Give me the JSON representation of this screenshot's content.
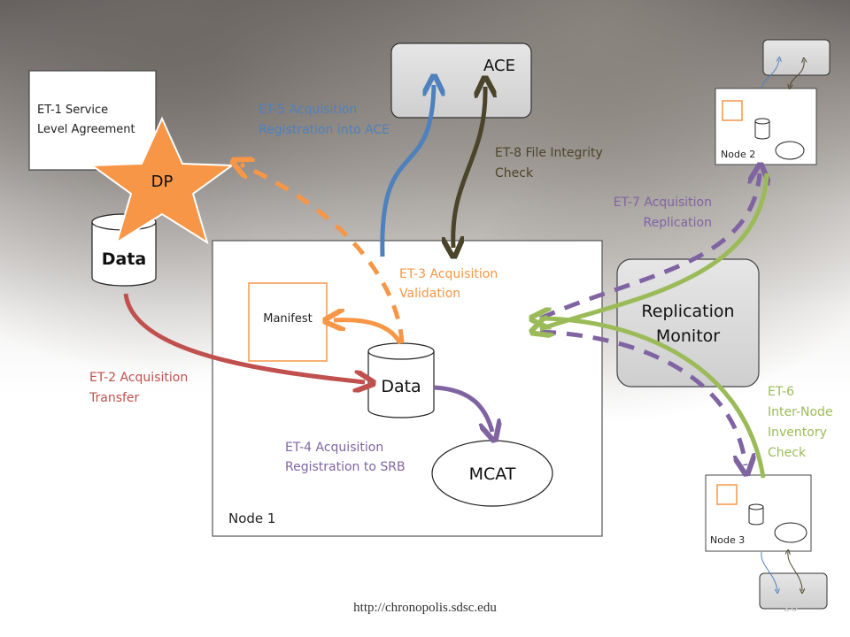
{
  "sla_box": {
    "line1": "ET-1 Service",
    "line2": "Level Agreement"
  },
  "dp_label": "DP",
  "data_src_label": "Data",
  "ace_label": "ACE",
  "node1": {
    "label": "Node 1",
    "manifest": "Manifest",
    "data": "Data",
    "mcat": "MCAT"
  },
  "node2_label": "Node 2",
  "node3_label": "Node 3",
  "replication_monitor": {
    "line1": "Replication",
    "line2": "Monitor"
  },
  "steps": {
    "et2": {
      "line1": "ET-2 Acquisition",
      "line2": "Transfer",
      "color": "#c0504d"
    },
    "et3": {
      "line1": "ET-3 Acquisition",
      "line2": "Validation",
      "color": "#f79646"
    },
    "et4": {
      "line1": "ET-4 Acquisition",
      "line2": "Registration to SRB",
      "color": "#8064a2"
    },
    "et5": {
      "line1": "ET-5 Acquisition",
      "line2": "Registration into ACE",
      "color": "#4f81bd"
    },
    "et6": {
      "line1": "ET-6",
      "line2": "Inter-Node",
      "line3": "Inventory",
      "line4": "Check",
      "color": "#9bbb59"
    },
    "et7": {
      "line1": "ET-7 Acquisition",
      "line2": "Replication",
      "color": "#8064a2"
    },
    "et8": {
      "line1": "ET-8 File Integrity",
      "line2": "Check",
      "color": "#4a452a"
    }
  },
  "footer_url": "http://chronopolis.sdsc.edu",
  "page_number": "28"
}
